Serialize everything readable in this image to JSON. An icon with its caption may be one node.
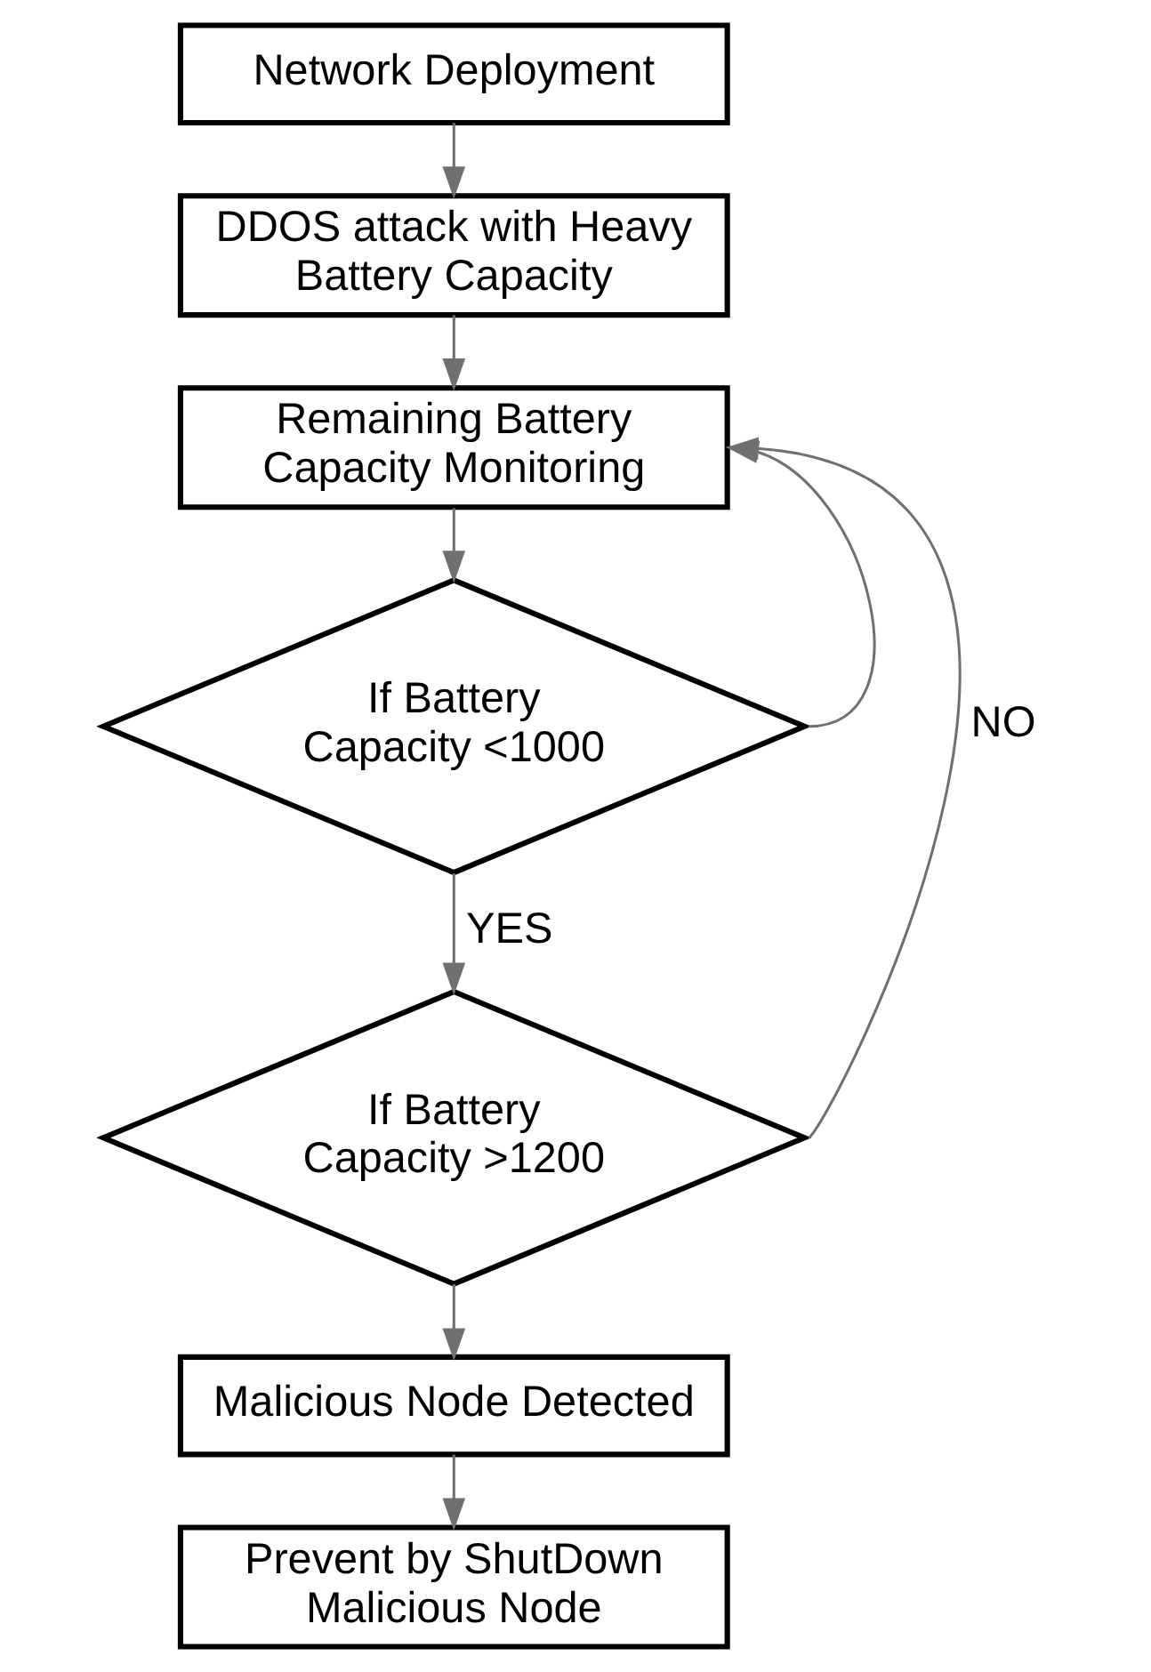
{
  "diagram": {
    "nodes": [
      {
        "text": [
          "Network Deployment"
        ]
      },
      {
        "text": [
          "DDOS attack with Heavy Battery Capacity"
        ]
      },
      {
        "text": [
          "Remaining Battery Capacity Monitoring"
        ]
      },
      {
        "text": [
          "If Battery Capacity <1000"
        ]
      },
      {
        "text": [
          "If Battery Capacity >1200"
        ]
      },
      {
        "text": [
          "Malicious Node Detected"
        ]
      },
      {
        "text": [
          "Prevent by ShutDown Malicious Node"
        ]
      }
    ],
    "edges": [
      {
        "from": 0,
        "to": 1,
        "arrow": "to"
      },
      {
        "from": 1,
        "to": 2,
        "arrow": "to"
      },
      {
        "from": 2,
        "to": 3,
        "arrow": "to"
      },
      {
        "from": 3,
        "to": 2,
        "arrow": "to"
      },
      {
        "from": 3,
        "to": 4,
        "arrow": "to",
        "label": "YES"
      },
      {
        "from": 4,
        "to": 2,
        "arrow": "to",
        "label": "NO"
      },
      {
        "from": 4,
        "to": 5,
        "arrow": "to"
      },
      {
        "from": 5,
        "to": 6,
        "arrow": "to"
      }
    ]
  }
}
